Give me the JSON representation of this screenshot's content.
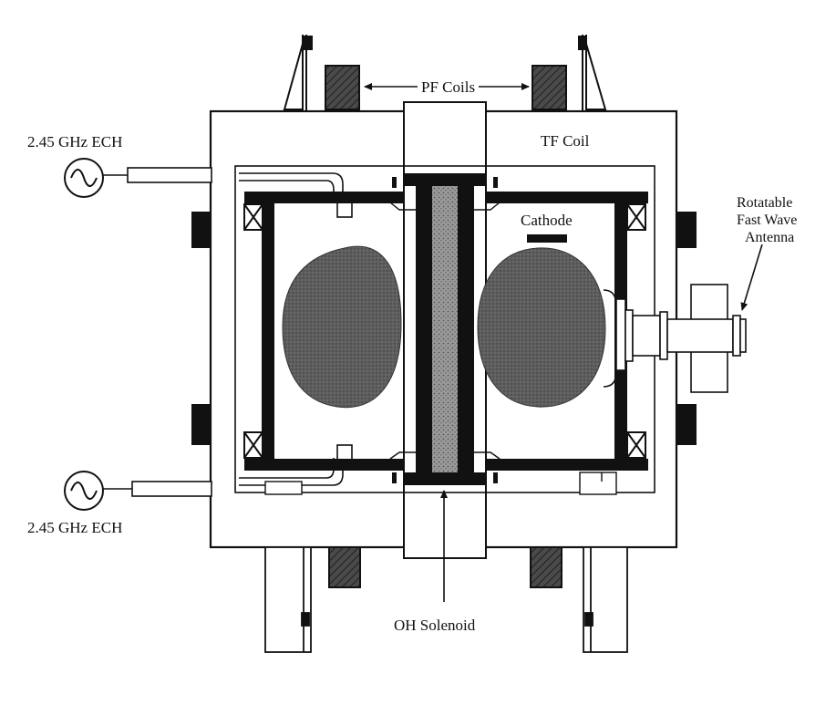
{
  "labels": {
    "pf_coils": "PF Coils",
    "tf_coil": "TF Coil",
    "ech_top": "2.45 GHz ECH",
    "ech_bottom": "2.45 GHz ECH",
    "cathode": "Cathode",
    "antenna_line1": "Rotatable",
    "antenna_line2": "Fast Wave",
    "antenna_line3": "Antenna",
    "oh_solenoid": "OH Solenoid"
  },
  "icons": {
    "ac_source": "sine-wave-source-icon",
    "coil_cross": "coil-cross-section-icon",
    "arrow": "arrow-icon"
  },
  "colors": {
    "ink": "#111111",
    "plasma": "#5a5a5a",
    "solenoid_core": "#8a8a8a",
    "pf_coil_fill": "#3a3a3a",
    "background": "#ffffff"
  }
}
